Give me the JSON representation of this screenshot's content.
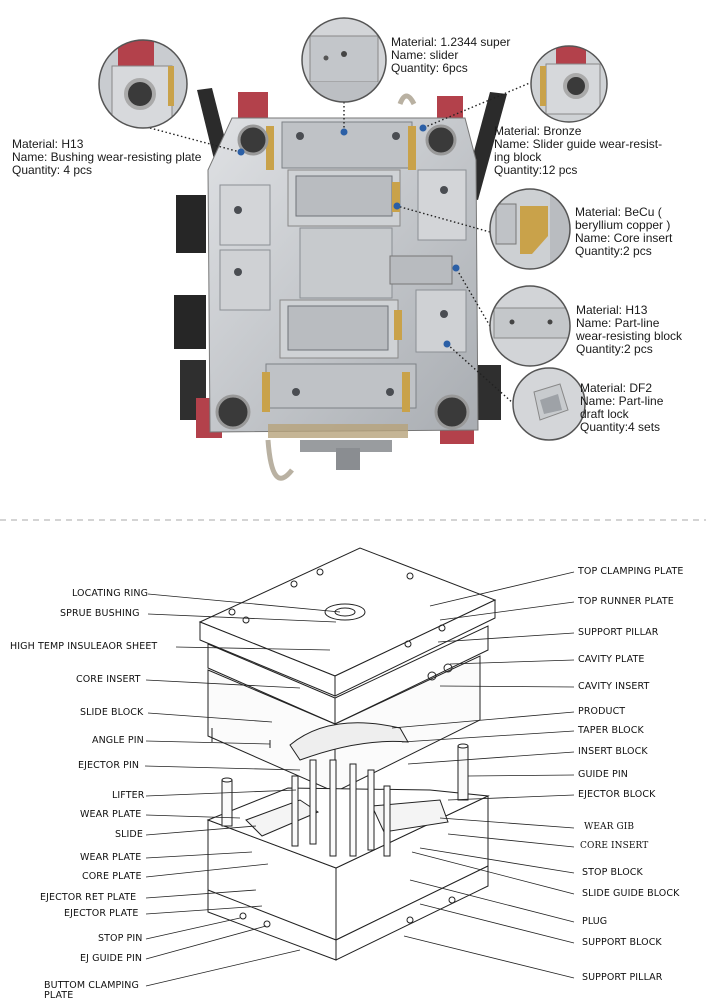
{
  "callouts": [
    {
      "id": "bushing",
      "lines": [
        "Material: H13",
        "Name: Bushing wear-resisting plate",
        "Quantity: 4 pcs"
      ]
    },
    {
      "id": "slider",
      "lines": [
        "Material: 1.2344 super",
        "Name: slider",
        "Quantity: 6pcs"
      ]
    },
    {
      "id": "slider-guide",
      "lines": [
        "Material: Bronze",
        "Name: Slider guide wear-resist-",
        "ing block",
        "Quantity:12 pcs"
      ]
    },
    {
      "id": "core-insert",
      "lines": [
        "Material: BeCu (",
        "beryllium copper )",
        "Name: Core insert",
        "Quantity:2 pcs"
      ]
    },
    {
      "id": "part-line",
      "lines": [
        "Material: H13",
        "Name: Part-line",
        "wear-resisting block",
        "Quantity:2 pcs"
      ]
    },
    {
      "id": "draft-lock",
      "lines": [
        "Material: DF2",
        "Name: Part-line",
        "draft lock",
        "Quantity:4 sets"
      ]
    }
  ],
  "labels_left": [
    "LOCATING RING",
    "SPRUE BUSHING",
    "HIGH TEMP INSULEAOR SHEET",
    "CORE INSERT",
    "SLIDE BLOCK",
    "ANGLE PIN",
    "EJECTOR PIN",
    "LIFTER",
    "WEAR PLATE",
    "SLIDE",
    "WEAR PLATE",
    "CORE PLATE",
    "EJECTOR RET PLATE",
    "EJECTOR PLATE",
    "STOP PIN",
    "EJ GUIDE PIN",
    "BUTTOM CLAMPING",
    "PLATE"
  ],
  "labels_right": [
    "TOP CLAMPING PLATE",
    "TOP RUNNER PLATE",
    "SUPPORT PILLAR",
    "CAVITY PLATE",
    "CAVITY INSERT",
    "PRODUCT",
    "TAPER BLOCK",
    "INSERT BLOCK",
    "GUIDE PIN",
    "EJECTOR BLOCK",
    "WEAR GIB",
    "CORE INSERT",
    "STOP BLOCK",
    "SLIDE GUIDE BLOCK",
    "PLUG",
    "SUPPORT BLOCK",
    "SUPPORT PILLAR"
  ],
  "colors": {
    "steel": "#c9ccd0",
    "steel_dark": "#8b8f94",
    "brass": "#c9a24a",
    "red_block": "#b7414a",
    "black": "#2a2a2a",
    "leader": "#222222"
  }
}
